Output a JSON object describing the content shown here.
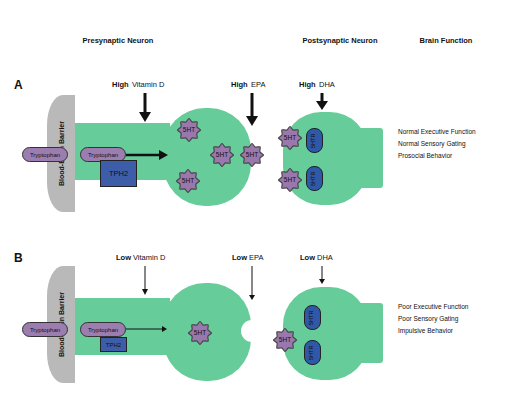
{
  "diagram": {
    "nodes": [
      {
        "text": [
          "Blood-Brain Barrier"
        ]
      },
      {
        "text": [
          "Tryptophan"
        ]
      },
      {
        "text": [
          "Tryptophan"
        ]
      },
      {
        "text": [
          "TPH2"
        ]
      },
      {
        "text": [
          "5HT"
        ]
      },
      {
        "text": [
          "5HT"
        ]
      },
      {
        "text": [
          "5HT"
        ]
      },
      {
        "text": [
          "5HT"
        ]
      },
      {
        "text": [
          "5HT"
        ]
      },
      {
        "text": [
          "5HT"
        ]
      },
      {
        "text": [
          "5HTR"
        ]
      },
      {
        "text": [
          "5HTR"
        ]
      },
      {
        "text": [
          "Blood-Brain Barrier"
        ]
      },
      {
        "text": [
          "Tryptophan"
        ]
      },
      {
        "text": [
          "Tryptophan"
        ]
      },
      {
        "text": [
          "TPH2"
        ]
      },
      {
        "text": [
          "5HT"
        ]
      },
      {
        "text": [
          "5HT"
        ]
      },
      {
        "text": [
          "5HTR"
        ]
      },
      {
        "text": [
          "5HTR"
        ]
      }
    ],
    "labels": [
      "Presynaptic Neuron",
      "Postsynaptic Neuron",
      "Brain Function",
      "A",
      "High",
      "Vitamin D",
      "High",
      "EPA",
      "High",
      "DHA",
      "Normal Executive Function",
      "Normal Sensory Gating",
      "Prosocial Behavior",
      "B",
      "Low",
      "Vitamin D",
      "Low",
      "EPA",
      "Low",
      "DHA",
      "Poor Executive Function",
      "Poor Sensory Gating",
      "Impulsive Behavior"
    ]
  }
}
